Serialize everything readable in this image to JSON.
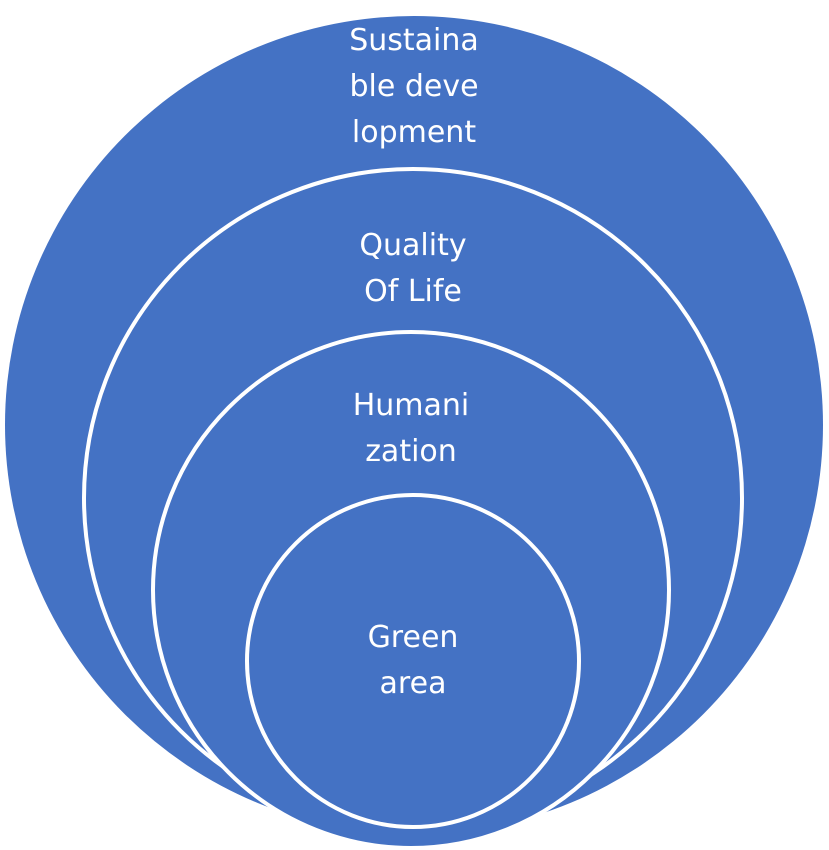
{
  "diagram": {
    "fill_color": "#4472C4",
    "stroke_color": "#FFFFFF",
    "text_color": "#FFFFFF",
    "circles": [
      {
        "label": "Sustainable development"
      },
      {
        "label": "Quality Of Life"
      },
      {
        "label": "Humanization"
      },
      {
        "label": "Green area"
      }
    ]
  }
}
